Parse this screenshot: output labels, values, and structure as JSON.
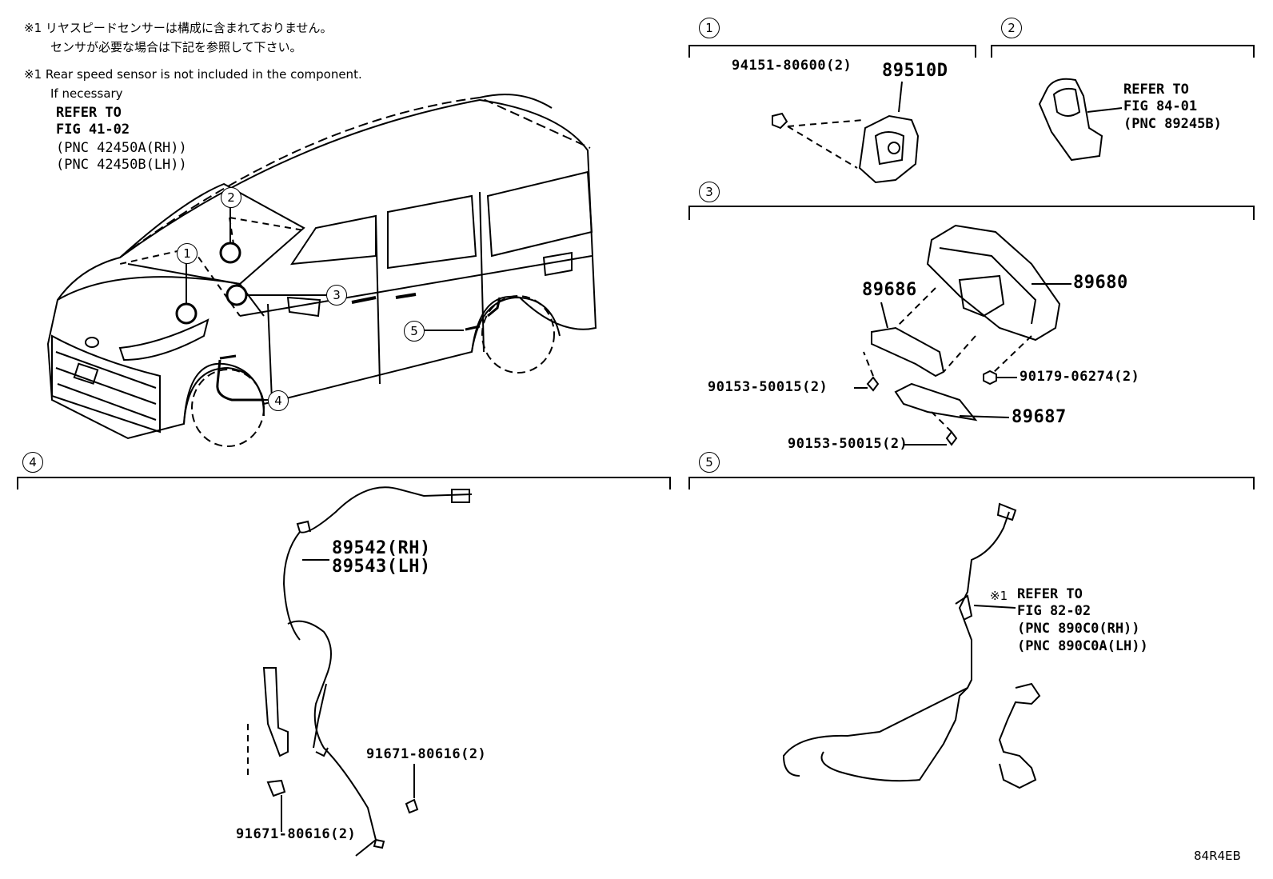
{
  "notes": {
    "jp_line1": "※1 リヤスピードセンサーは構成に含まれておりません。",
    "jp_line2": "センサが必要な場合は下記を参照して下さい。",
    "en_line1": "※1 Rear speed sensor is not included in the component.",
    "en_line2": "If necessary",
    "refer_to": "REFER TO",
    "fig": "FIG 41-02",
    "pnc_rh": "(PNC 42450A(RH))",
    "pnc_lh": "(PNC 42450B(LH))"
  },
  "callouts": [
    "1",
    "2",
    "3",
    "4",
    "5"
  ],
  "section1": {
    "bolt": "94151-80600(2)",
    "part": "89510D"
  },
  "section2": {
    "refer": "REFER TO",
    "fig": "FIG 84-01",
    "pnc": "(PNC 89245B)"
  },
  "section3": {
    "ecu": "89680",
    "bracket1": "89686",
    "bracket2": "89687",
    "screw1": "90153-50015(2)",
    "nut": "90179-06274(2)",
    "screw2": "90153-50015(2)"
  },
  "section4": {
    "sensor_rh": "89542(RH)",
    "sensor_lh": "89543(LH)",
    "bolt1": "91671-80616(2)",
    "bolt2": "91671-80616(2)"
  },
  "section5": {
    "mark": "※1",
    "refer": "REFER TO",
    "fig": "FIG 82-02",
    "pnc_rh": "(PNC 890C0(RH))",
    "pnc_lh": "(PNC 890C0A(LH))"
  },
  "figure_code": "84R4EB"
}
